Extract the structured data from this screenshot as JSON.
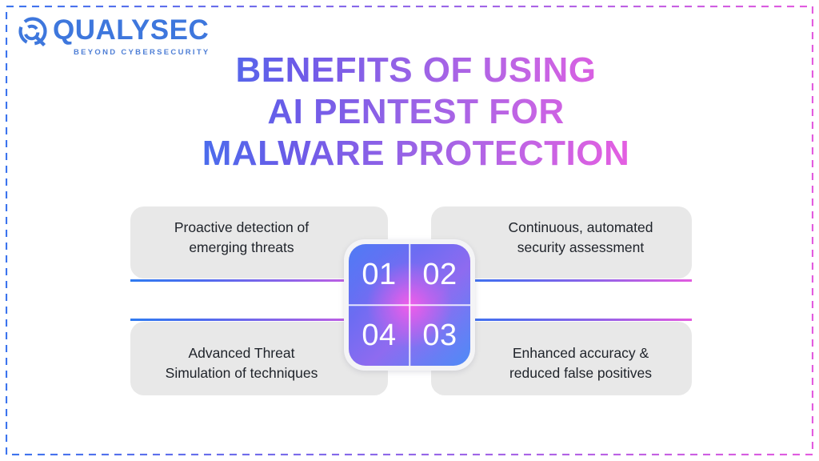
{
  "brand": {
    "logo_icon": "magnifier-q-icon",
    "wordmark": "QUALYSEC",
    "tagline": "BEYOND CYBERSECURITY",
    "logo_color": "#3E77DD"
  },
  "title": {
    "line1": "BENEFITS OF USING",
    "line2": "AI PENTEST FOR",
    "line3": "MALWARE PROTECTION",
    "gradient_from": "#3C74EE",
    "gradient_to": "#F25CE0"
  },
  "frame": {
    "style": "dashed",
    "gradient_from": "#3C74EE",
    "gradient_to": "#E35BDF"
  },
  "center": {
    "numbers": [
      "01",
      "02",
      "04",
      "03"
    ],
    "gradient_edge": "#4F7BF5",
    "gradient_center": "#F65CE9"
  },
  "benefits": [
    {
      "number": "01",
      "position": "top-left",
      "line1": "Proactive detection of",
      "line2": "emerging threats"
    },
    {
      "number": "02",
      "position": "top-right",
      "line1": "Continuous, automated",
      "line2": "security assessment"
    },
    {
      "number": "04",
      "position": "bottom-left",
      "line1": "Advanced Threat",
      "line2": "Simulation of techniques"
    },
    {
      "number": "03",
      "position": "bottom-right",
      "line1": "Enhanced accuracy &",
      "line2": "reduced false positives"
    }
  ],
  "rule_color_from": "#2F7BF0",
  "rule_color_to": "#E25BDF"
}
